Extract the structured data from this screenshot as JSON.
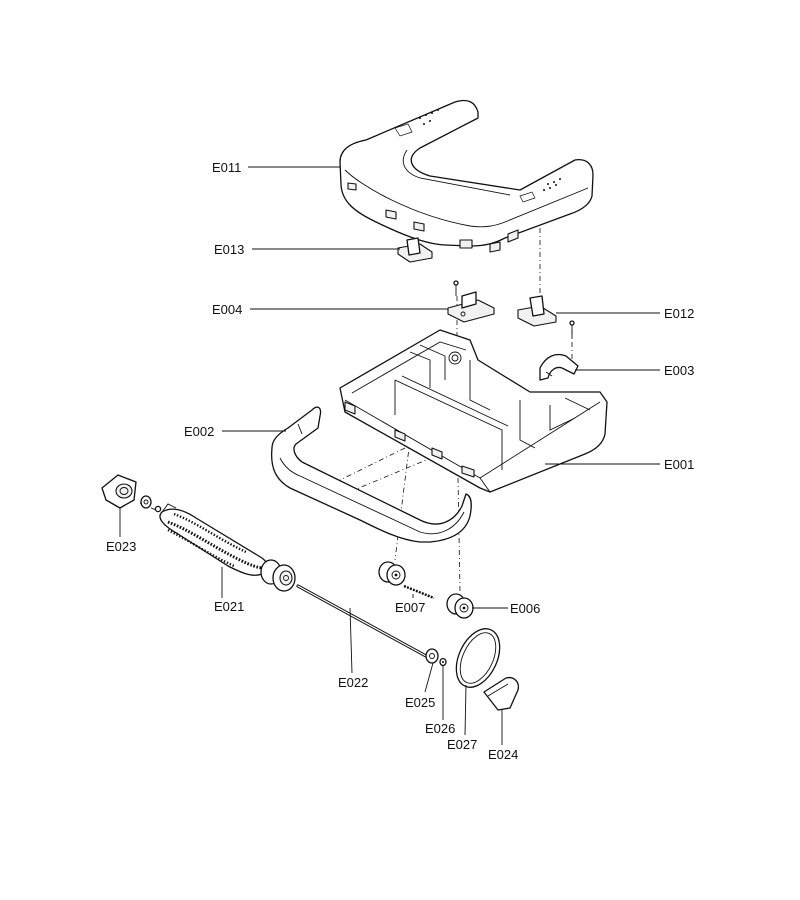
{
  "labels": {
    "E001": "E001",
    "E002": "E002",
    "E003": "E003",
    "E004": "E004",
    "E006": "E006",
    "E007": "E007",
    "E011": "E011",
    "E012": "E012",
    "E013": "E013",
    "E021": "E021",
    "E022": "E022",
    "E023": "E023",
    "E024": "E024",
    "E025": "E025",
    "E026": "E026",
    "E027": "E027"
  }
}
